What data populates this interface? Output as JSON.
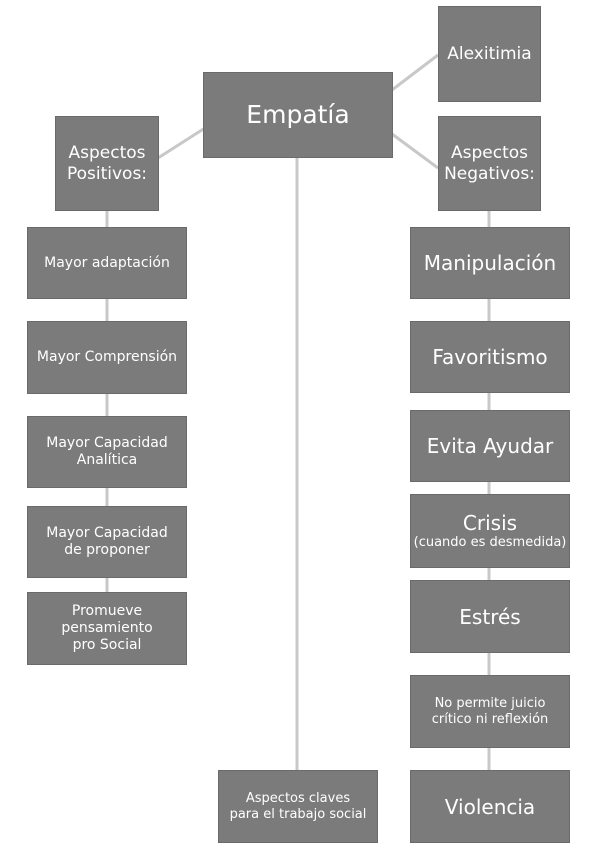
{
  "root": "Empatía",
  "alexitimia": "Alexitimia",
  "positive": {
    "heading_line1": "Aspectos",
    "heading_line2": "Positivos:",
    "items": [
      [
        "Mayor adaptación"
      ],
      [
        "Mayor Comprensión"
      ],
      [
        "Mayor Capacidad",
        "Analítica"
      ],
      [
        "Mayor Capacidad",
        "de proponer"
      ],
      [
        "Promueve",
        "pensamiento",
        "pro Social"
      ]
    ]
  },
  "negative": {
    "heading_line1": "Aspectos",
    "heading_line2": "Negativos:",
    "items": {
      "manipulacion": "Manipulación",
      "favoritismo": "Favoritismo",
      "evita_ayudar": "Evita Ayudar",
      "crisis": "Crisis",
      "crisis_note": "(cuando es desmedida)",
      "estres": "Estrés",
      "juicio_line1": "No permite juicio",
      "juicio_line2": "crítico ni reflexión",
      "violencia": "Violencia"
    }
  },
  "claves_line1": "Aspectos claves",
  "claves_line2": "para el trabajo social",
  "colors": {
    "box": "#7b7b7b",
    "line": "#c8c8c8",
    "text": "#ffffff"
  }
}
